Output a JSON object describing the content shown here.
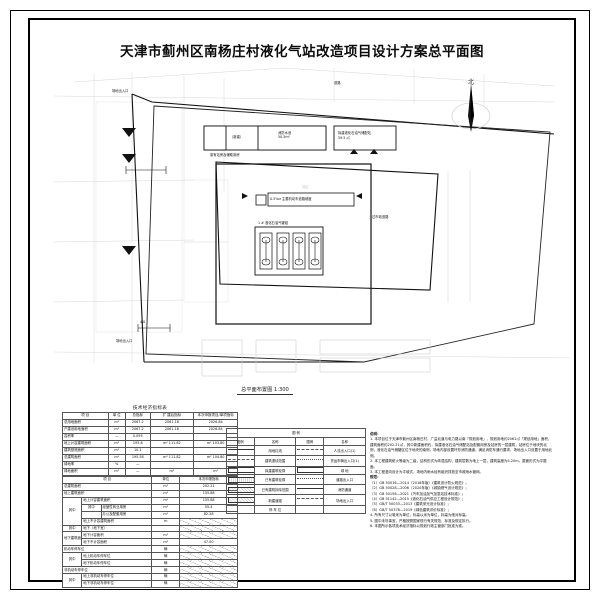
{
  "sheet": {
    "title": "天津市蓟州区南杨庄村液化气站改造项目设计方案总平面图"
  },
  "plan": {
    "caption": "总平面布置图  1:300",
    "compass_label": "北",
    "labels": [
      {
        "key": "entrance_top",
        "text": "场地出入口"
      },
      {
        "key": "road_top",
        "text": "道路"
      },
      {
        "key": "gate_room",
        "text": "（新建）"
      },
      {
        "key": "guard_note",
        "text": "消防水池\n50.5m²"
      },
      {
        "key": "room_left_bottom",
        "text": "原有站房及辅助用房"
      },
      {
        "key": "room_right",
        "text": "拟建液化石油气储配站\n59.5 ㎡"
      },
      {
        "key": "mid_tank_note",
        "text": "0.5%м 主要机动车道路坡度"
      },
      {
        "key": "tank_group",
        "text": "1 # 液化石油气罐组"
      },
      {
        "key": "east_road",
        "text": "过市政道路"
      },
      {
        "key": "dim_4_0",
        "text": "4.0"
      },
      {
        "key": "entrance_bottom",
        "text": "场地出入口"
      },
      {
        "key": "yard_note",
        "text": "场区"
      }
    ]
  },
  "econ_table": {
    "caption": "技术经济指标表",
    "head": [
      "项  目",
      "单  位",
      "总指标",
      "扩  建后指标",
      "本次申报项目/单项指标"
    ],
    "rows": [
      {
        "c": [
          "总用地面积",
          "m²",
          "2067.2",
          "2061.18",
          "2026.84",
          ""
        ]
      },
      {
        "c": [
          "户建设用地面积",
          "m²",
          "2067.2",
          "2061.18",
          "2026.84",
          ""
        ]
      },
      {
        "c": [
          "容积率",
          "—",
          "0.095",
          "",
          "",
          ""
        ]
      },
      {
        "c": [
          "地上计容建筑面积",
          "m²",
          "195.6",
          "m² 111.82",
          "m² 103.80",
          "m² 104.5"
        ]
      },
      {
        "c": [
          "建筑基底面积",
          "m²",
          "10.1",
          "",
          "",
          ""
        ]
      },
      {
        "c": [
          "总建筑面积",
          "m²",
          "195.58",
          "m² 111.82",
          "m² 104.80",
          "m² 105.28"
        ]
      },
      {
        "c": [
          "绿地率",
          "%",
          "—",
          "",
          "",
          ""
        ]
      },
      {
        "c": [
          "绿地面积",
          "m²",
          "—",
          "m²",
          "m²",
          "m²"
        ]
      }
    ],
    "sub_head": [
      "项  目",
      "单位",
      "本次申报指标"
    ],
    "sub_rows": [
      {
        "c": [
          "总建筑面积",
          "m²",
          "202.21"
        ],
        "h": [
          false,
          false,
          false
        ]
      },
      {
        "c": [
          "地上建筑面积",
          "m²",
          "155.88"
        ],
        "h": [
          false,
          false,
          false
        ]
      },
      {
        "c": [
          "其中",
          "地上计容建筑面积",
          "m²",
          "155.88"
        ],
        "t": "g1"
      },
      {
        "c": [
          "其中",
          "经营性商业用房",
          "m²",
          "55.4"
        ],
        "t": "g1"
      },
      {
        "c": [
          "其中",
          "办公及配套用房",
          "m²",
          "82.28"
        ],
        "t": "g1"
      },
      {
        "c": [
          "其中",
          "地上不计容建筑面积",
          "m",
          "—"
        ],
        "t": "g1h"
      },
      {
        "c": [
          "其中",
          "地下（地下室）",
          "",
          ""
        ],
        "t": "g2h"
      },
      {
        "c": [
          "地下建筑面积",
          "地下计容面积",
          "m²",
          ""
        ],
        "t": "g3h"
      },
      {
        "c": [
          "",
          "地下不计容面积",
          "m²",
          "47.00"
        ],
        "t": "g3"
      },
      {
        "c": [
          "机动车停车位",
          "",
          "辆",
          ""
        ],
        "t": "g4h"
      },
      {
        "c": [
          "其中",
          "地上机动车停车位",
          "辆",
          "个"
        ],
        "t": "g4h"
      },
      {
        "c": [
          "其中",
          "地下机动车停车位",
          "辆",
          "个"
        ],
        "t": "g4h"
      },
      {
        "c": [
          "非机动车停车位",
          "",
          "辆",
          ""
        ],
        "t": "g4h"
      },
      {
        "c": [
          "其中",
          "地上非机动车停车位",
          "辆",
          "个"
        ],
        "t": "g4h"
      },
      {
        "c": [
          "其中",
          "地下非机动车停车位",
          "辆",
          ""
        ],
        "t": "g4h"
      }
    ]
  },
  "legend": {
    "title": "图  例",
    "head": [
      "图例",
      "名称",
      "图例",
      "名称"
    ],
    "rows": [
      {
        "s1": "line",
        "n1": "用地红线",
        "s2": "dash",
        "n2": "人流出入口(1)"
      },
      {
        "s1": "dash",
        "n1": "建筑退线范围",
        "s2": "dot",
        "n2": "货运车辆出入口(1)"
      },
      {
        "s1": "box",
        "n1": "拟建建筑轮廓",
        "s2": "box",
        "n2": "绿  地"
      },
      {
        "s1": "box2",
        "n1": "已有建筑轮廓",
        "s2": "wave",
        "n2": "道路出入口"
      },
      {
        "s1": "hatch",
        "n1": "已有建筑拆除范围",
        "s2": "line",
        "n2": "消防通道"
      },
      {
        "s1": "hatch",
        "n1": "新建道路",
        "s2": "wave",
        "n2": "场地出入口"
      },
      {
        "s1": "none",
        "n1": "停  车  位",
        "s2": "none",
        "n2": ""
      }
    ]
  },
  "notes": {
    "title": "说明：",
    "items": [
      "1. 本项目位于天津市蓟州区南杨庄村，广益北道与电力路以南「规划用地」，规划用地约2061㎡「规划用地」面积，建筑面积约202.21㎡，其中新建面积约，拟建液化石油气储配站及配套用房及站房的一层建筑，站房位于地块的北侧，液化石油气储罐区位于地块的南侧，场地内部设置环形消防通道，满足消防车通行要求，场地出入口设置于用地北侧。",
      "2. 本工程建筑耐火等级为二级，结构形式为砖混结构，建筑层数为地上一层，建筑高度为4.20m，屋面形式为平屋面。",
      "3. 本工程竖向设计为平坡式，场地内雨水经有组织排放至市政雨水管网。",
      "规范：",
      "（1）GB 50016—2014（2018年版）《建筑设计防火规范》；",
      "（2）GB 50028—2006（2020年版）《城镇燃气设计规范》；",
      "（3）GB 50156—2021《汽车加油加气加氢站技术标准》；",
      "（4）GB 51142—2015《液化石油气供应工程设计规范》；",
      "（5）GB/T 50033—2013《建筑采光设计标准》；",
      "（6）GB/T 50378—2019《绿色建筑评价标准》；",
      "4. 所有尺寸以毫米为单位，标高以米为单位，标高为绝对标高。",
      "5. 图中未尽事宜，严格按照国家现行有关规范、标准及规定执行。",
      "6. 本图所示各项技术经济指标以规划行政主管部门批准为准。"
    ]
  }
}
